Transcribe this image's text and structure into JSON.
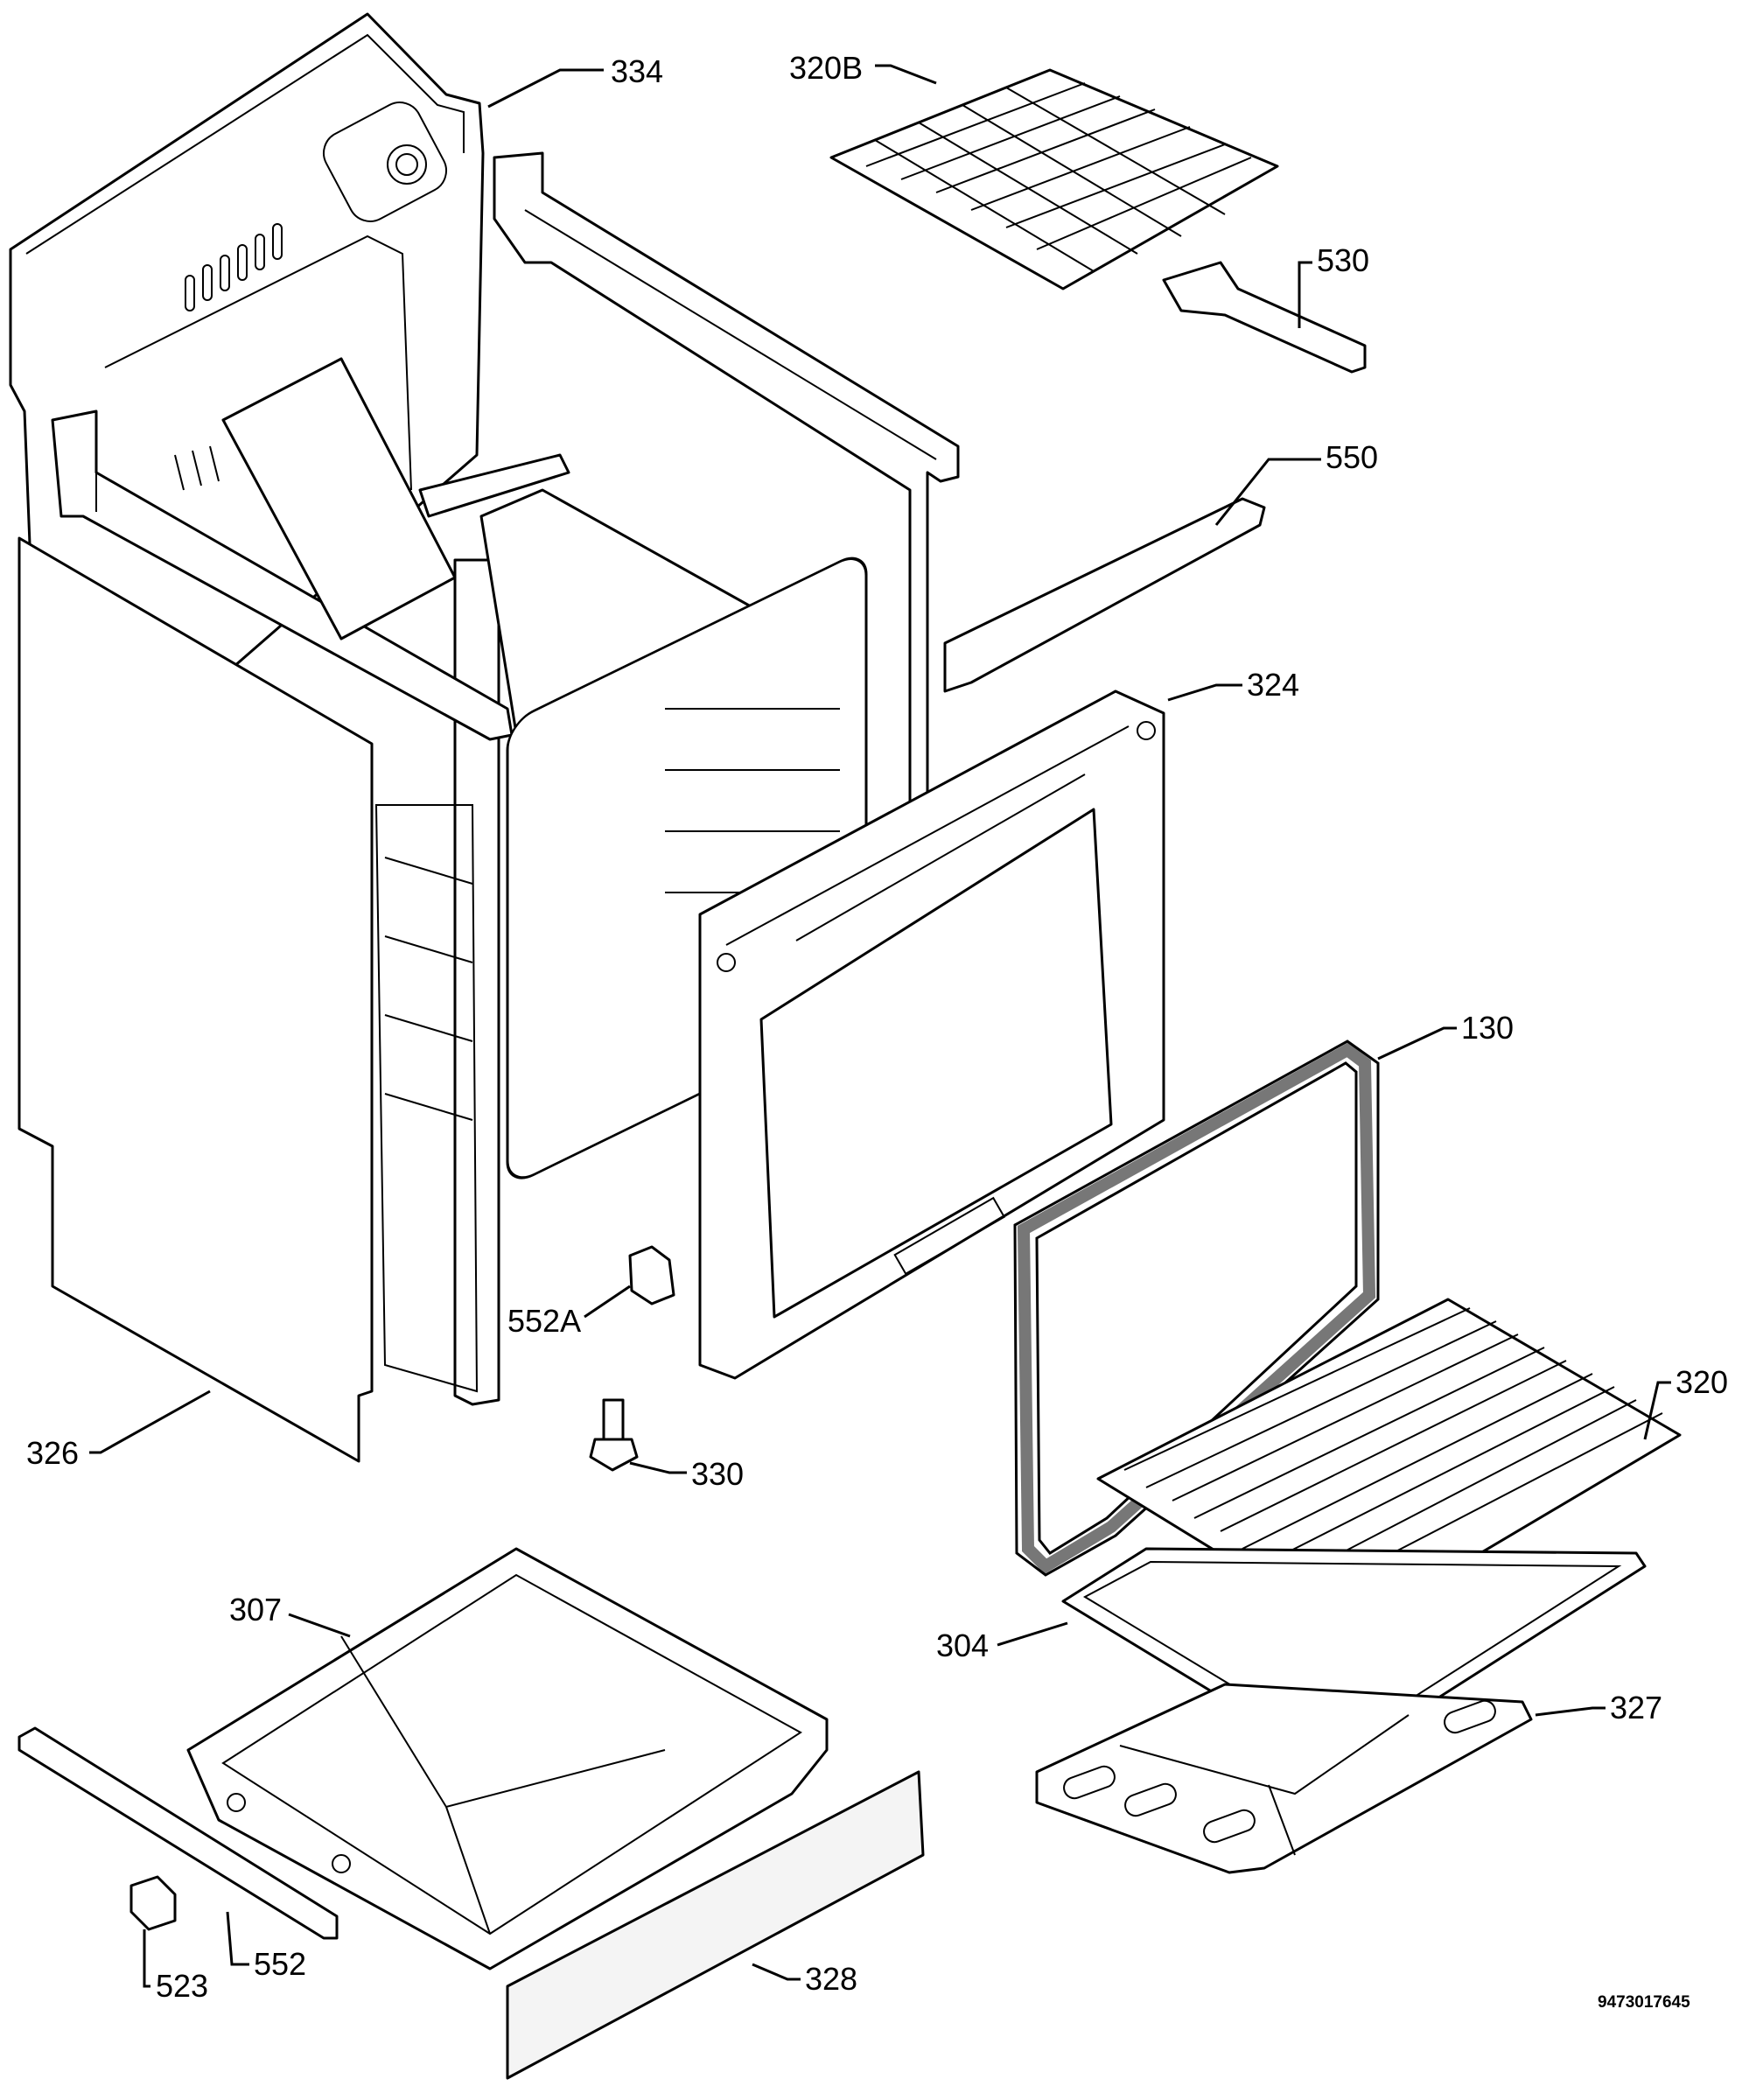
{
  "diagram": {
    "callouts": {
      "c334": "334",
      "c320b": "320B",
      "c530": "530",
      "c550": "550",
      "c324": "324",
      "c130": "130",
      "c320": "320",
      "c552a": "552A",
      "c330": "330",
      "c326": "326",
      "c307": "307",
      "c304": "304",
      "c327": "327",
      "c552": "552",
      "c523": "523",
      "c328": "328"
    },
    "document_number": "9473017645"
  }
}
